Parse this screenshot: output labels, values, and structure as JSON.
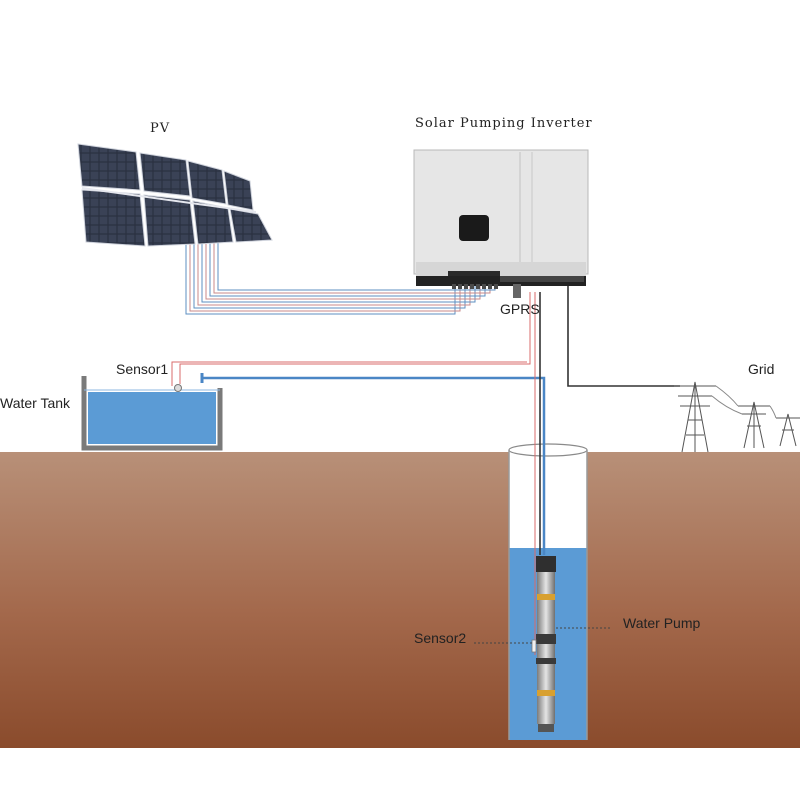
{
  "labels": {
    "pv": "PV",
    "inverter": "Solar Pumping Inverter",
    "gprs": "GPRS",
    "sensor1": "Sensor1",
    "water_tank": "Water Tank",
    "grid": "Grid",
    "water_pump": "Water Pump",
    "sensor2": "Sensor2"
  },
  "colors": {
    "soil_top": "#b78f76",
    "soil_bottom": "#8c4e30",
    "water": "#5b9bd5",
    "pipe": "#4a86c5",
    "sensor_wire": "#d96b6b",
    "power_cable": "#333333",
    "panel": "#2b3142",
    "inverter_body": "#e6e6e6"
  }
}
